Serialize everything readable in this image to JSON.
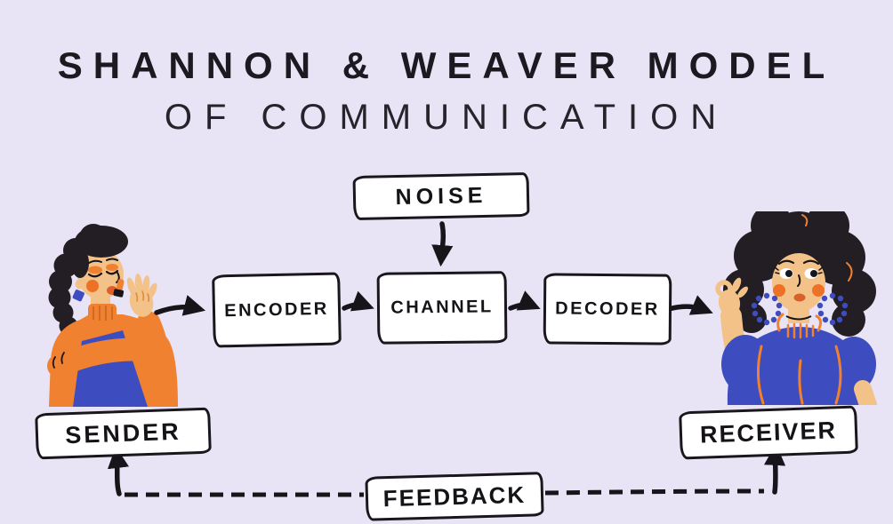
{
  "title": {
    "line1": "SHANNON & WEAVER MODEL",
    "line2": "OF COMMUNICATION"
  },
  "diagram": {
    "nodes": {
      "noise": "NOISE",
      "encoder": "ENCODER",
      "channel": "CHANNEL",
      "decoder": "DECODER",
      "sender": "SENDER",
      "receiver": "RECEIVER",
      "feedback": "FEEDBACK"
    },
    "edges": [
      {
        "from": "sender",
        "to": "encoder",
        "style": "solid-arrow"
      },
      {
        "from": "encoder",
        "to": "channel",
        "style": "solid-arrow"
      },
      {
        "from": "channel",
        "to": "decoder",
        "style": "solid-arrow"
      },
      {
        "from": "decoder",
        "to": "receiver",
        "style": "solid-arrow"
      },
      {
        "from": "noise",
        "to": "channel",
        "style": "solid-arrow"
      },
      {
        "from": "receiver",
        "to": "feedback",
        "style": "dashed-line"
      },
      {
        "from": "feedback",
        "to": "sender",
        "style": "dashed-line"
      }
    ]
  },
  "illustrations": {
    "left_figure": "woman applying lipstick (sender)",
    "right_figure": "curly-haired woman making ok gesture (receiver)"
  },
  "colors": {
    "background": "#E9E3F6",
    "box_fill": "#FFFFFF",
    "line": "#17141A",
    "text": "#1B181E",
    "accent_orange": "#EF8130",
    "accent_blue": "#3D4CBE",
    "skin": "#F3C288",
    "hair": "#221E24",
    "blush": "#ED7226"
  }
}
